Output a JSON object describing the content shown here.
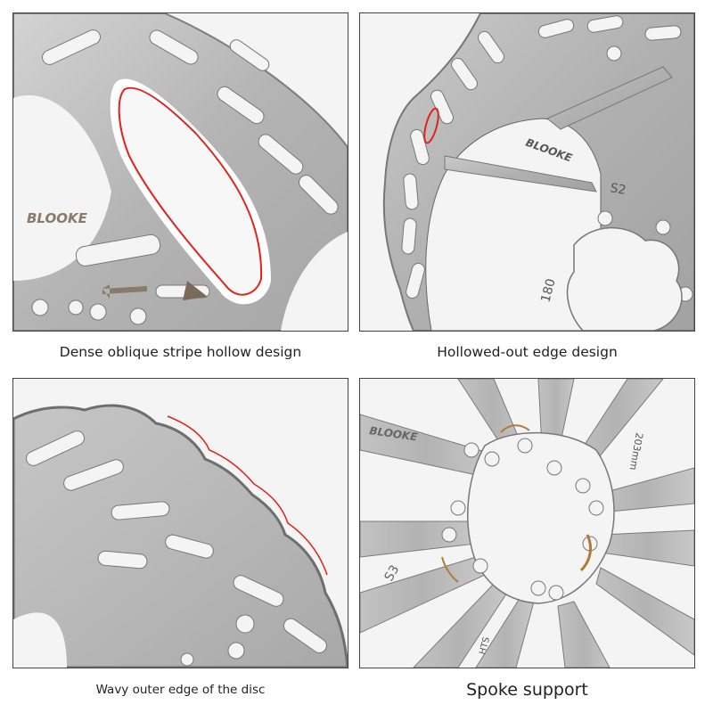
{
  "panels": [
    {
      "caption": "Dense oblique stripe hollow design",
      "brand": "BLOOKE",
      "highlight_color": "#e0241b"
    },
    {
      "caption": "Hollowed-out edge design",
      "brand": "BLOOKE",
      "model": "S2",
      "size": "180",
      "highlight_color": "#e0241b"
    },
    {
      "caption": "Wavy outer edge of the disc",
      "highlight_color": "#e0241b"
    },
    {
      "caption": "Spoke support",
      "brand": "BLOOKE",
      "model": "S3",
      "size": "203mm",
      "partial_text": "HTS",
      "arrow_color": "#b07a3a"
    }
  ],
  "colors": {
    "steel": "#b9b9b9",
    "steel_dark": "#8c8c8c",
    "background": "#f2f2f2",
    "accent_red": "#e0241b"
  }
}
